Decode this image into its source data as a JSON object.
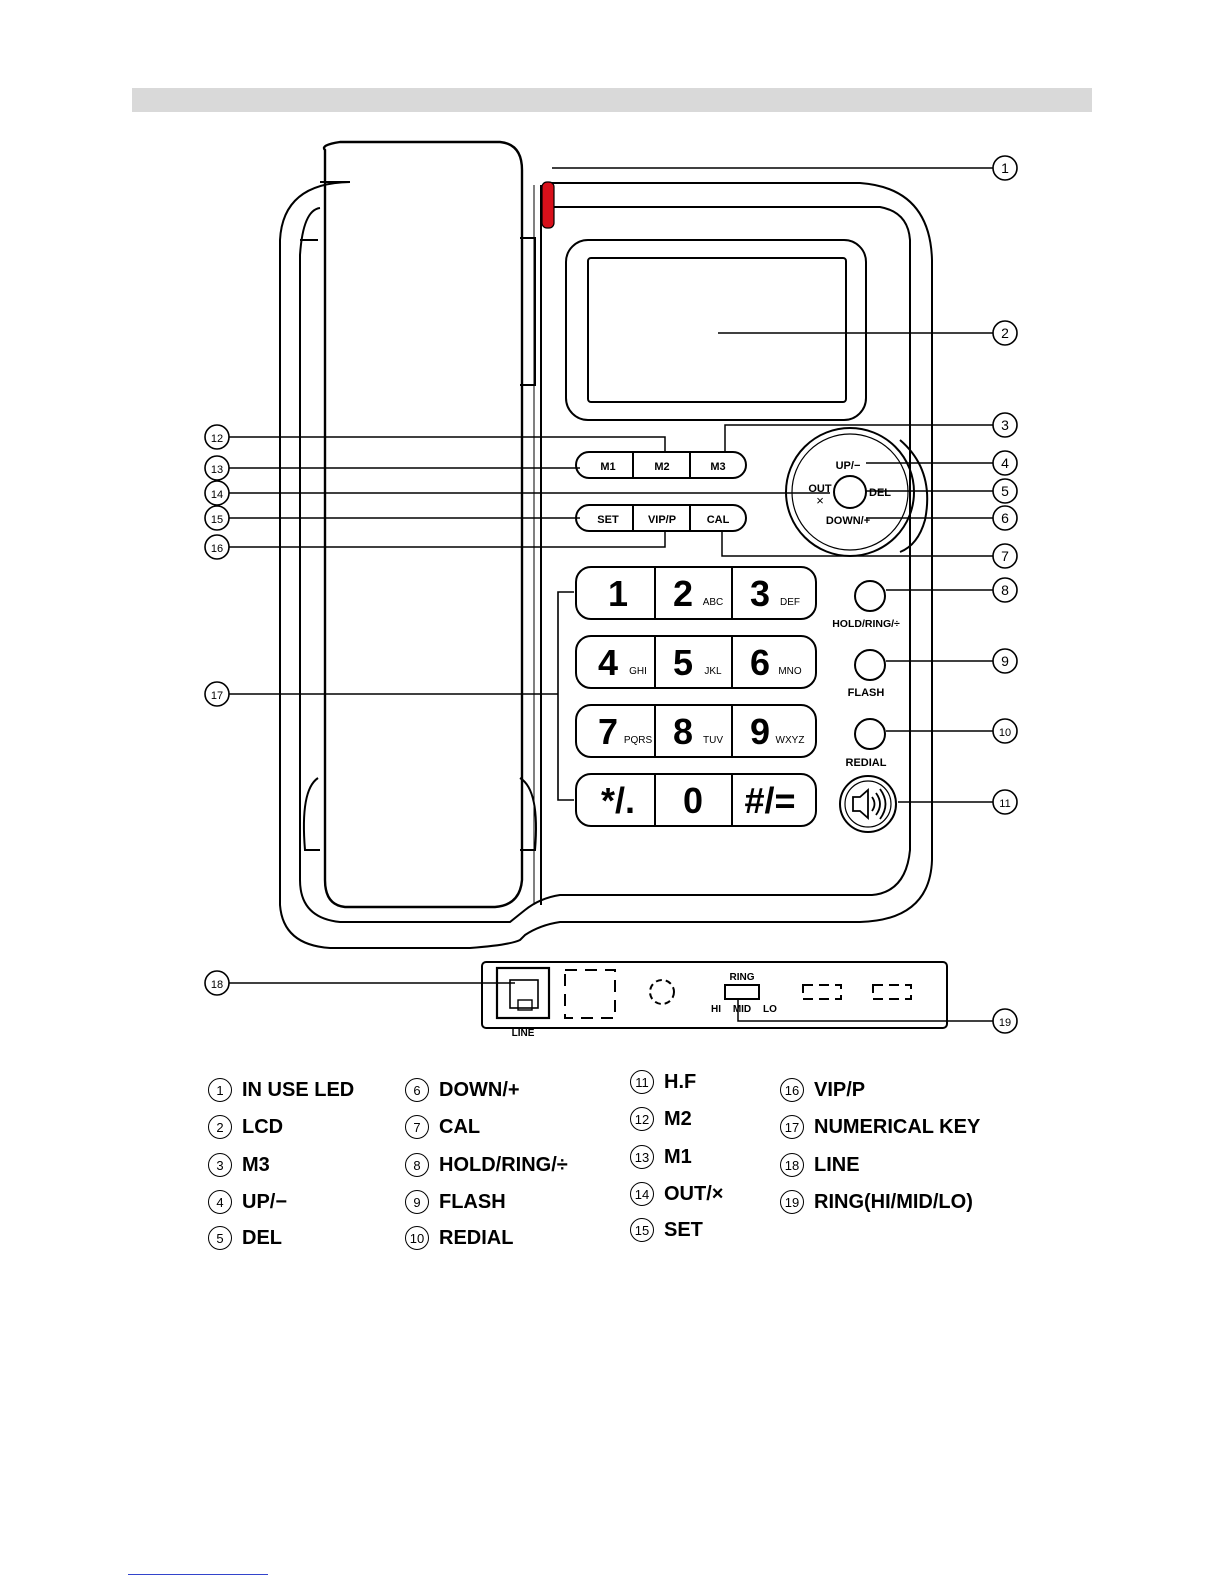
{
  "callouts": [
    {
      "n": "1"
    },
    {
      "n": "2"
    },
    {
      "n": "3"
    },
    {
      "n": "4"
    },
    {
      "n": "5"
    },
    {
      "n": "6"
    },
    {
      "n": "7"
    },
    {
      "n": "8"
    },
    {
      "n": "9"
    },
    {
      "n": "10"
    },
    {
      "n": "11"
    },
    {
      "n": "12"
    },
    {
      "n": "13"
    },
    {
      "n": "14"
    },
    {
      "n": "15"
    },
    {
      "n": "16"
    },
    {
      "n": "17"
    },
    {
      "n": "18"
    },
    {
      "n": "19"
    }
  ],
  "buttons": {
    "m1": "M1",
    "m2": "M2",
    "m3": "M3",
    "set": "SET",
    "vip": "VIP/P",
    "cal": "CAL",
    "up": "UP/−",
    "down": "DOWN/+",
    "out": "OUT",
    "out_sym": "×",
    "del": "DEL",
    "hold": "HOLD/RING/÷",
    "flash": "FLASH",
    "redial": "REDIAL"
  },
  "keys": [
    {
      "digit": "1",
      "letters": ""
    },
    {
      "digit": "2",
      "letters": "ABC"
    },
    {
      "digit": "3",
      "letters": "DEF"
    },
    {
      "digit": "4",
      "letters": "GHI"
    },
    {
      "digit": "5",
      "letters": "JKL"
    },
    {
      "digit": "6",
      "letters": "MNO"
    },
    {
      "digit": "7",
      "letters": "PQRS"
    },
    {
      "digit": "8",
      "letters": "TUV"
    },
    {
      "digit": "9",
      "letters": "WXYZ"
    },
    {
      "digit": "*/.",
      "letters": ""
    },
    {
      "digit": "0",
      "letters": ""
    },
    {
      "digit": "#/=",
      "letters": ""
    }
  ],
  "back_panel": {
    "line": "LINE",
    "ring": "RING",
    "hi": "HI",
    "mid": "MID",
    "lo": "LO"
  },
  "legend": [
    {
      "n": "1",
      "label": "IN USE LED"
    },
    {
      "n": "2",
      "label": "LCD"
    },
    {
      "n": "3",
      "label": "M3"
    },
    {
      "n": "4",
      "label": "UP/−"
    },
    {
      "n": "5",
      "label": "DEL"
    },
    {
      "n": "6",
      "label": "DOWN/+"
    },
    {
      "n": "7",
      "label": "CAL"
    },
    {
      "n": "8",
      "label": " HOLD/RING/÷"
    },
    {
      "n": "9",
      "label": "FLASH"
    },
    {
      "n": "10",
      "label": "REDIAL"
    },
    {
      "n": "11",
      "label": "H.F"
    },
    {
      "n": "12",
      "label": "M2"
    },
    {
      "n": "13",
      "label": "M1"
    },
    {
      "n": "14",
      "label": "OUT/×"
    },
    {
      "n": "15",
      "label": "SET"
    },
    {
      "n": "16",
      "label": "VIP/P"
    },
    {
      "n": "17",
      "label": "NUMERICAL KEY"
    },
    {
      "n": "18",
      "label": "LINE"
    },
    {
      "n": "19",
      "label": "RING(HI/MID/LO)"
    }
  ],
  "colors": {
    "led": "#d8101a",
    "header": "#d9d9d9",
    "ink": "#000000"
  }
}
